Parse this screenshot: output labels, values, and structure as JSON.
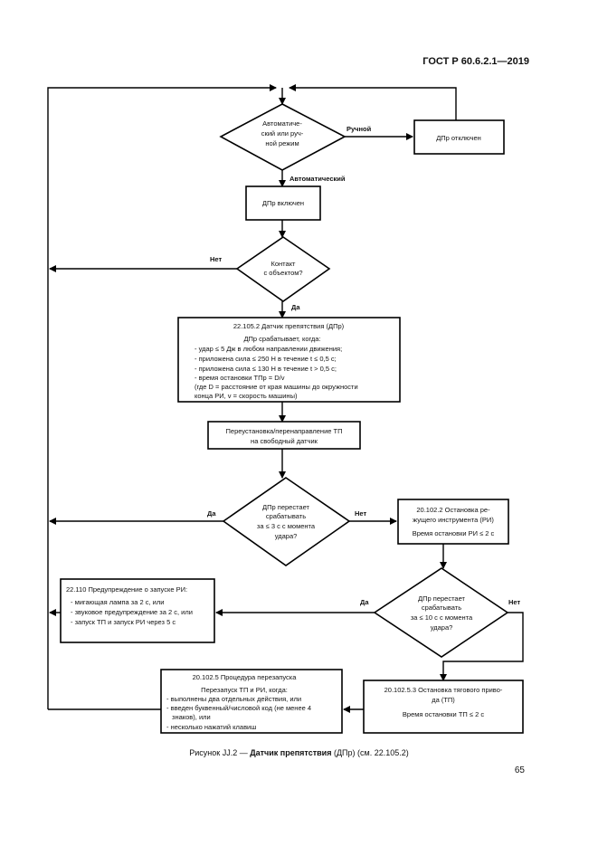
{
  "header": {
    "standard": "ГОСТ Р 60.6.2.1—2019"
  },
  "flowchart": {
    "d_mode": [
      "Автоматиче-",
      "ский или руч-",
      "ной режим"
    ],
    "lbl_manual": "Ручной",
    "b_off": "ДПр отключен",
    "lbl_auto": "Автоматический",
    "b_on": "ДПр включен",
    "d_contact": [
      "Контакт",
      "с объектом?"
    ],
    "lbl_no1": "Нет",
    "lbl_yes1": "Да",
    "b_sensor": [
      "22.105.2 Датчик препятствия (ДПр)",
      "ДПр срабатывает, когда:",
      "- удар ≤ 5 Дж в любом направлении движения;",
      "- приложена сила ≤ 250 Н в течение t ≤ 0,5 с;",
      "- приложена сила ≤ 130 Н в течение t > 0,5 с;",
      "- время остановки ТПр = D/v",
      "(где D = расстояние от края машины до окружности",
      "конца РИ, v = скорость машины)"
    ],
    "b_reset": [
      "Переустановка/перенаправление ТП",
      "на свободный датчик"
    ],
    "d_stop3": [
      "ДПр перестает",
      "срабатывать",
      "за ≤ 3 с с момента",
      "удара?"
    ],
    "lbl_yes2": "Да",
    "lbl_no2": "Нет",
    "b_stop_tool": [
      "20.102.2 Остановка ре-",
      "жущего инструмента (РИ)",
      "Время остановки РИ ≤ 2 с"
    ],
    "d_stop10": [
      "ДПр перестает",
      "срабатывать",
      "за ≤ 10 с с момента",
      "удара?"
    ],
    "lbl_yes3": "Да",
    "lbl_no3": "Нет",
    "b_warning": [
      "22.110 Предупреждение о запуске РИ:",
      "- мигающая лампа за 2 с, или",
      "- звуковое предупреждение за 2 с, или",
      "- запуск ТП и запуск РИ через 5 с"
    ],
    "b_restart": [
      "20.102.5 Процедура перезапуска",
      "Перезапуск ТП и РИ, когда:",
      "- выполнены два отдельных действия, или",
      "- введен буквенный/числовой код (не менее 4",
      "знаков), или",
      "- несколько нажатий клавиш"
    ],
    "b_drive": [
      "20.102.5.3 Остановка тягового приво-",
      "да (ТП)",
      "Время остановки ТП ≤ 2 с"
    ]
  },
  "caption": {
    "prefix": "Рисунок JJ.2 — ",
    "bold": "Датчик препятствия",
    "suffix": " (ДПр) (см. 22.105.2)"
  },
  "page_number": "65"
}
